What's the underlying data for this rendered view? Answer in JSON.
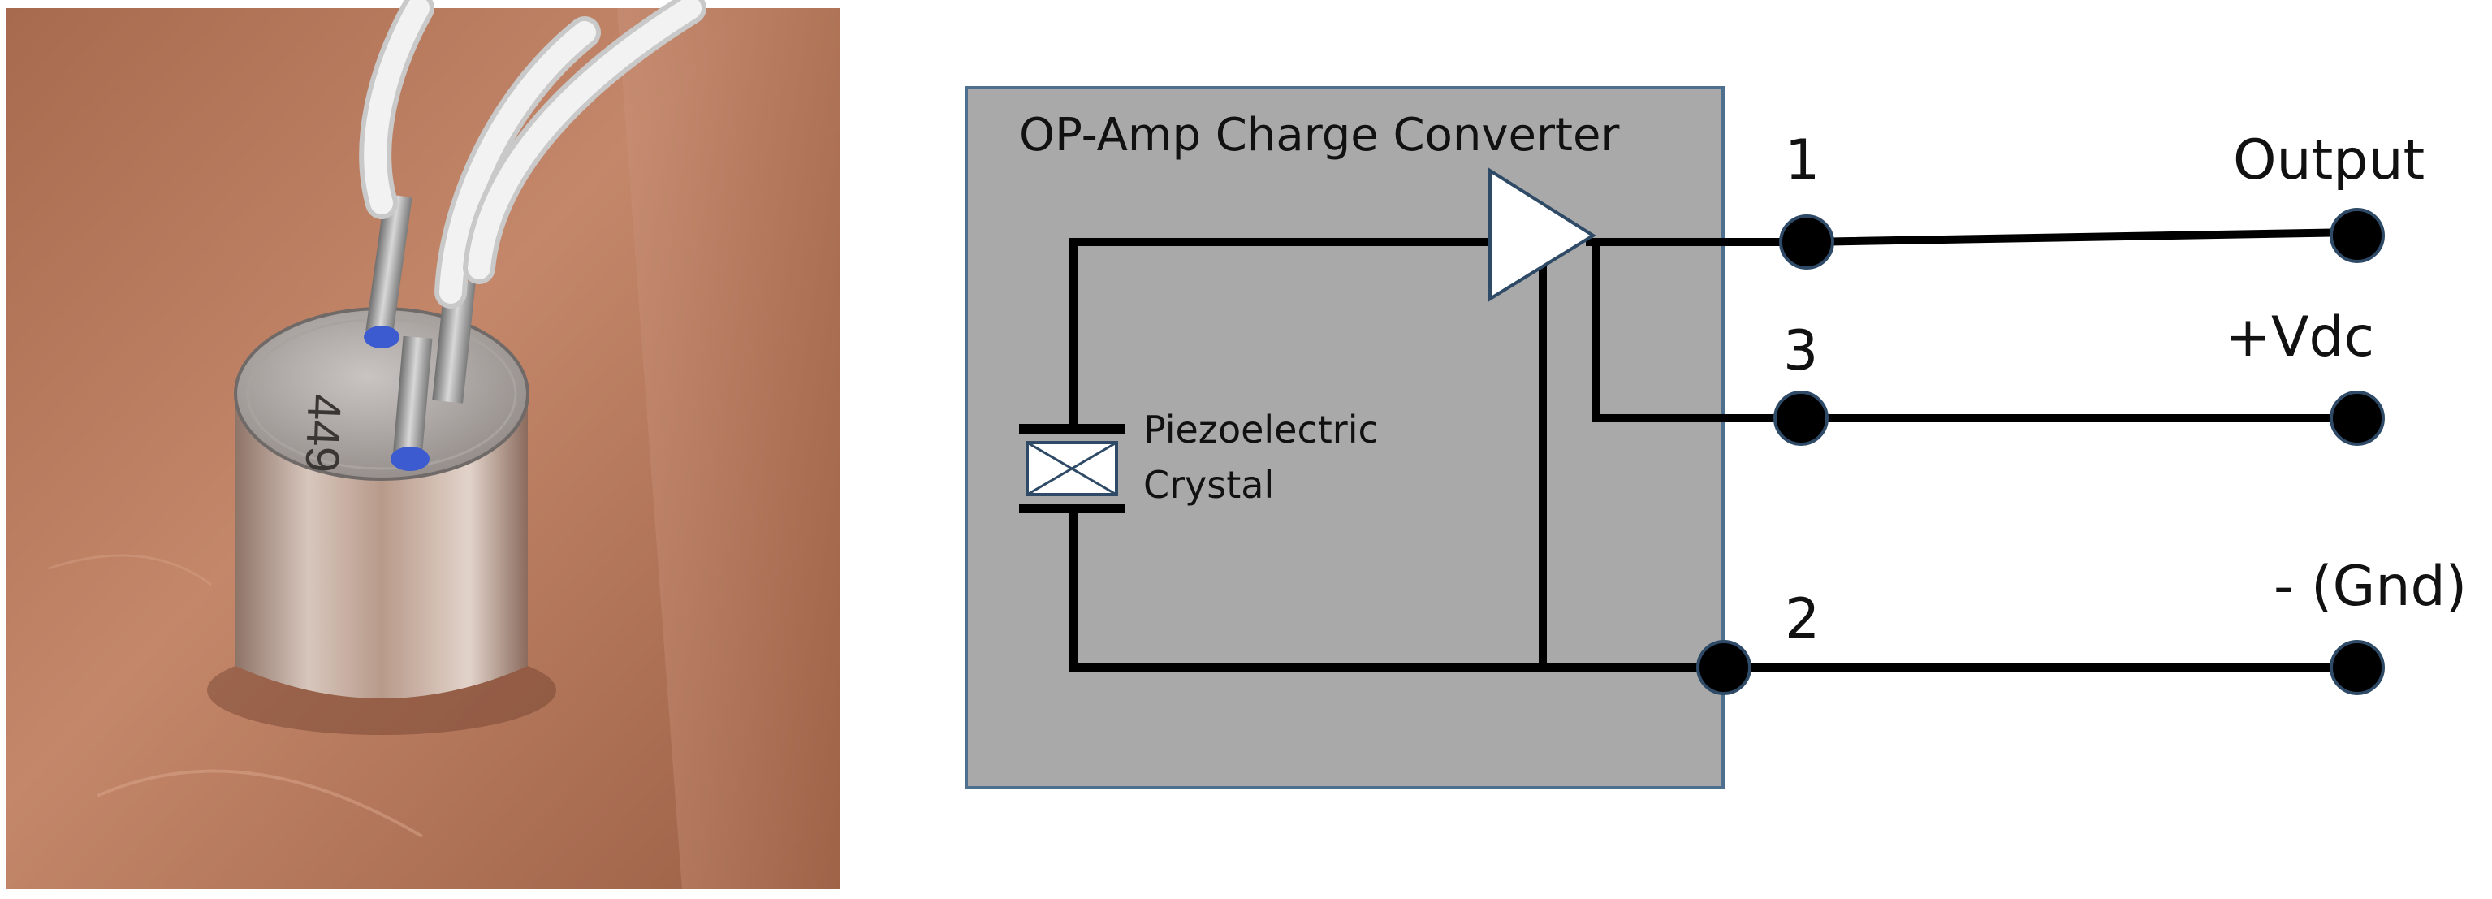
{
  "photo": {
    "part_marking": "449"
  },
  "circuit": {
    "box_title": "OP-Amp Charge Converter",
    "crystal_label_line1": "Piezoelectric",
    "crystal_label_line2": "Crystal",
    "pins": [
      {
        "number": "1",
        "label": "Output"
      },
      {
        "number": "3",
        "label": "+Vdc"
      },
      {
        "number": "2",
        "label": "- (Gnd)"
      }
    ]
  },
  "colors": {
    "box_fill": "#a9a9a9",
    "box_border": "#4f6f8f",
    "wire": "#000000",
    "terminal_fill": "#000000",
    "terminal_stroke": "#2e4a66",
    "copper": "#b9785a",
    "sensor_metal": "#b8b0aa"
  }
}
